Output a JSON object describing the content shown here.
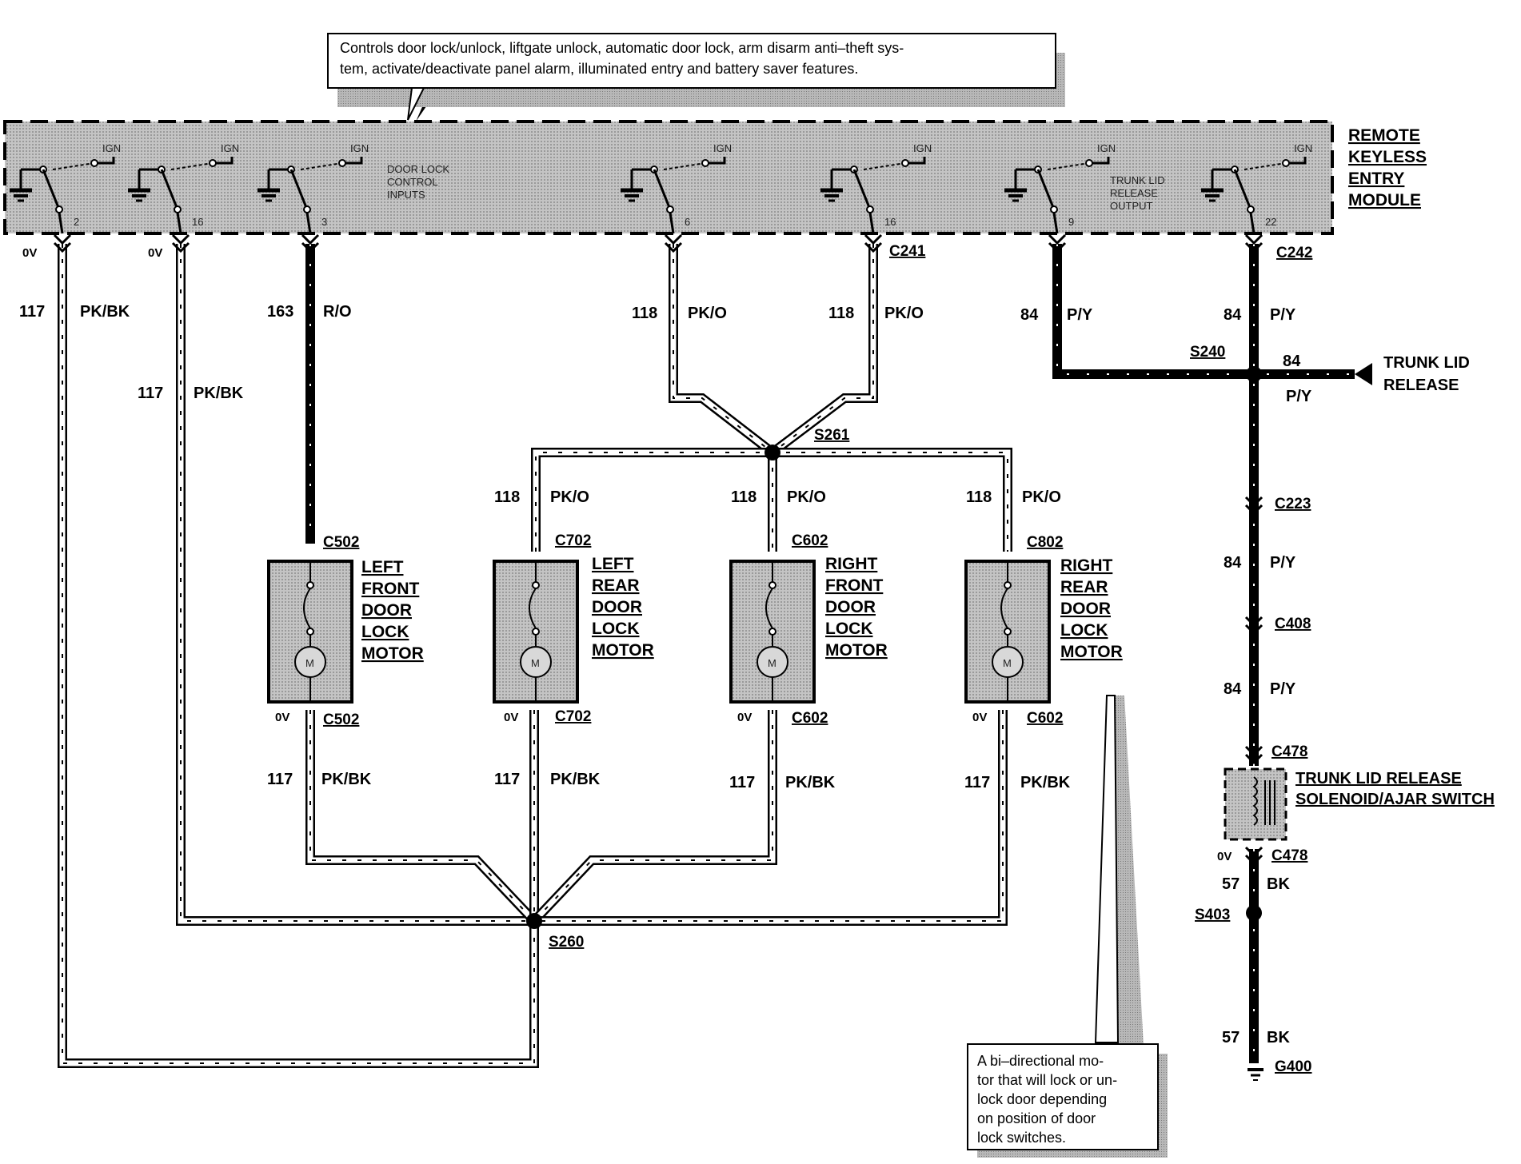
{
  "top_note": {
    "line1": "Controls door lock/unlock, liftgate unlock, automatic door lock, arm disarm anti–theft sys-",
    "line2": "tem, activate/deactivate panel alarm, illuminated entry and battery saver features."
  },
  "module": {
    "title_lines": [
      "REMOTE",
      "KEYLESS",
      "ENTRY",
      "MODULE"
    ],
    "ign_label": "IGN",
    "door_lock_inputs_lines": [
      "DOOR LOCK",
      "CONTROL",
      "INPUTS"
    ],
    "trunk_output_lines": [
      "TRUNK LID",
      "RELEASE",
      "OUTPUT"
    ],
    "pins": [
      "2",
      "16",
      "3",
      "6",
      "16",
      "9",
      "22"
    ]
  },
  "connectors": {
    "c241": "C241",
    "c242": "C242",
    "c502": "C502",
    "c702": "C702",
    "c602": "C602",
    "c802": "C802",
    "c223": "C223",
    "c408": "C408",
    "c478": "C478",
    "g400": "G400"
  },
  "splices": {
    "s240": "S240",
    "s260": "S260",
    "s261": "S261",
    "s403": "S403"
  },
  "voltage": "0V",
  "wires": {
    "w117": "117",
    "pkbk": "PK/BK",
    "w163": "163",
    "ro": "R/O",
    "w118": "118",
    "pko": "PK/O",
    "w84": "84",
    "py": "P/Y",
    "w57": "57",
    "bk": "BK"
  },
  "trunk_release": [
    "TRUNK LID",
    "RELEASE"
  ],
  "motors": {
    "lf": [
      "LEFT",
      "FRONT",
      "DOOR",
      "LOCK",
      "MOTOR"
    ],
    "lr": [
      "LEFT",
      "REAR",
      "DOOR",
      "LOCK",
      "MOTOR"
    ],
    "rf": [
      "RIGHT",
      "FRONT",
      "DOOR",
      "LOCK",
      "MOTOR"
    ],
    "rr": [
      "RIGHT",
      "REAR",
      "DOOR",
      "LOCK",
      "MOTOR"
    ],
    "symbol": "M"
  },
  "solenoid": [
    "TRUNK LID RELEASE",
    "SOLENOID/AJAR SWITCH"
  ],
  "bottom_note": [
    "A bi–directional mo-",
    "tor that will lock or un-",
    "lock door depending",
    "on position of door",
    "lock switches."
  ]
}
